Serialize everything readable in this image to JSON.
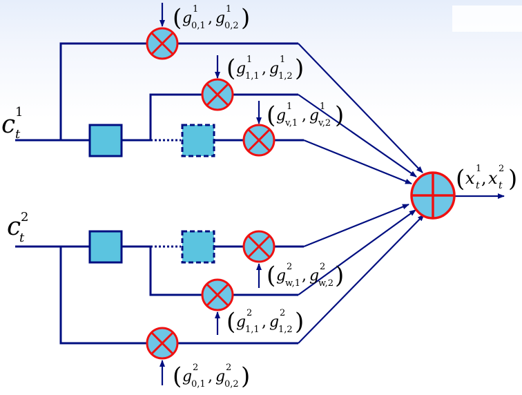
{
  "inputs": {
    "c1": {
      "base": "c",
      "sup": "1",
      "sub": "t"
    },
    "c2": {
      "base": "c",
      "sup": "2",
      "sub": "t"
    }
  },
  "gains": {
    "g01_1": {
      "t1": "g",
      "s1": "1",
      "b1": "0,1",
      "t2": "g",
      "s2": "1",
      "b2": "0,2"
    },
    "g11_1": {
      "t1": "g",
      "s1": "1",
      "b1": "1,1",
      "t2": "g",
      "s2": "1",
      "b2": "1,2"
    },
    "gv_1": {
      "t1": "g",
      "s1": "1",
      "b1": "v,1",
      "t2": "g",
      "s2": "1",
      "b2": "v,2"
    },
    "gw_2": {
      "t1": "g",
      "s1": "2",
      "b1": "w,1",
      "t2": "g",
      "s2": "2",
      "b2": "w,2"
    },
    "g11_2": {
      "t1": "g",
      "s1": "2",
      "b1": "1,1",
      "t2": "g",
      "s2": "2",
      "b2": "1,2"
    },
    "g01_2": {
      "t1": "g",
      "s1": "2",
      "b1": "0,1",
      "t2": "g",
      "s2": "2",
      "b2": "0,2"
    }
  },
  "output": {
    "t1": "x",
    "s1": "1",
    "b1": "t",
    "t2": "x",
    "s2": "2",
    "b2": "t"
  },
  "colors": {
    "wire": "#000e80",
    "multiplier_fill": "#6ec6e6",
    "multiplier_stroke": "#ee1111",
    "delay_fill": "#5bc4e0"
  },
  "icons": {
    "multiplier": "circled-x-icon",
    "adder": "circled-plus-icon",
    "delay": "square-block-icon"
  }
}
